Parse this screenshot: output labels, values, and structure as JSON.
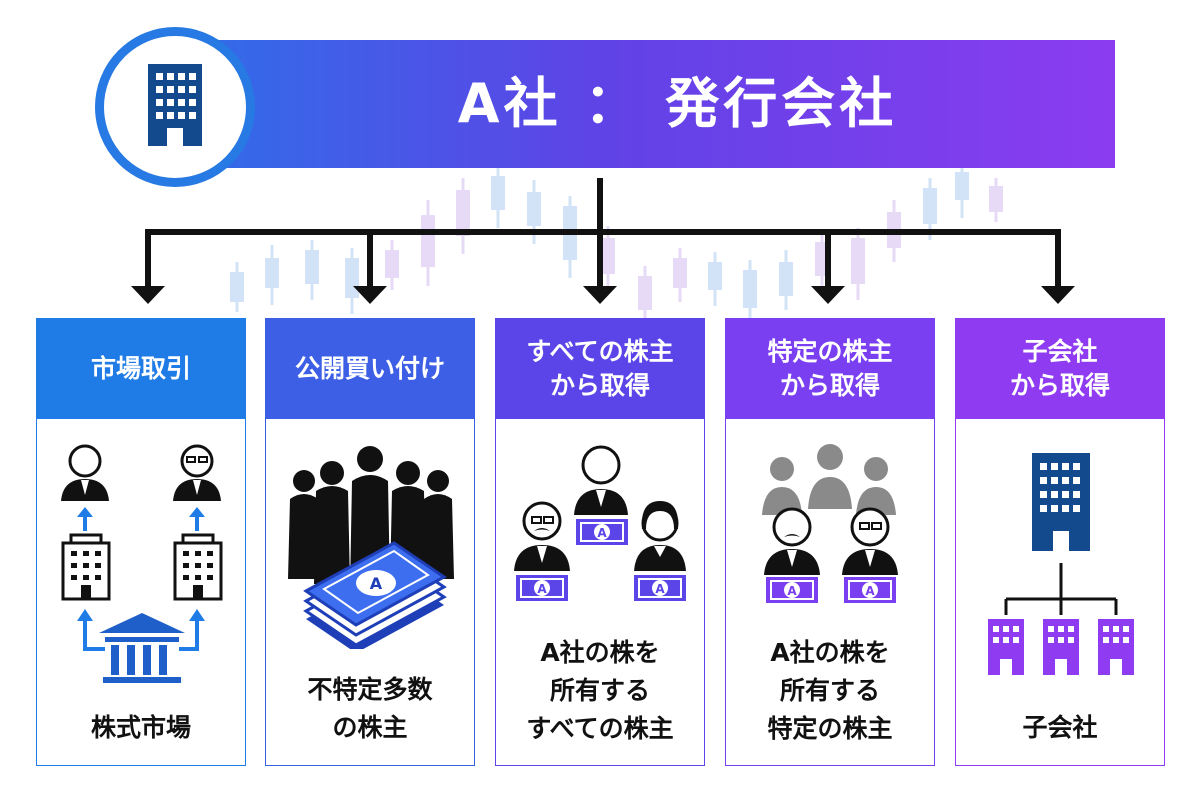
{
  "header": {
    "title": "A社 ： 発行会社",
    "icon": "office-building-icon",
    "gradient": [
      "#2f6ee8",
      "#8b3cf0"
    ],
    "ring_color": "#2779e3"
  },
  "methods": [
    {
      "title_line1": "市場取引",
      "title_line2": "",
      "body_lines": [
        "株式市場"
      ],
      "color": "#1f7be6"
    },
    {
      "title_line1": "公開買い付け",
      "title_line2": "",
      "body_lines": [
        "不特定多数",
        "の株主"
      ],
      "color": "#3d5fe6"
    },
    {
      "title_line1": "すべての株主",
      "title_line2": "から取得",
      "body_lines": [
        "A社の株を",
        "所有する",
        "すべての株主"
      ],
      "color": "#5b45e8"
    },
    {
      "title_line1": "特定の株主",
      "title_line2": "から取得",
      "body_lines": [
        "A社の株を",
        "所有する",
        "特定の株主"
      ],
      "color": "#7a3ff0"
    },
    {
      "title_line1": "子会社",
      "title_line2": "から取得",
      "body_lines": [
        "子会社"
      ],
      "color": "#8f3bf2"
    }
  ],
  "icons": {
    "market": [
      "businessman-icon",
      "office-building-icon",
      "stock-exchange-icon"
    ],
    "tender_offer": [
      "crowd-silhouette-icon",
      "banknote-stack-icon"
    ],
    "all_holders": [
      "shareholder-icon",
      "banknote-icon"
    ],
    "specific_holders": [
      "shareholder-icon",
      "banknote-icon"
    ],
    "subsidiary": [
      "office-building-icon",
      "subsidiary-building-icon"
    ]
  },
  "banknote_label": "A"
}
